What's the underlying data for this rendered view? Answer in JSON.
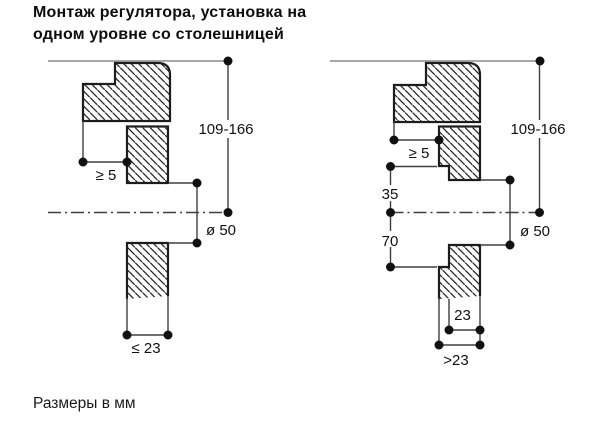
{
  "title": {
    "line1": "Монтаж регулятора, установка на",
    "line2": "одном уровне со столешницей"
  },
  "note": "Размеры в мм",
  "diagrams": {
    "left": {
      "labels": {
        "height_range": "109-166",
        "clearance": "≥ 5",
        "diameter": "ø 50",
        "panel_thickness": "≤ 23"
      }
    },
    "right": {
      "labels": {
        "height_range": "109-166",
        "clearance": "≥ 5",
        "upper_offset": "35",
        "lower_offset": "70",
        "diameter": "ø 50",
        "cutout_width": "23",
        "panel_thickness": ">23"
      }
    }
  },
  "colors": {
    "background": "#ffffff",
    "outline": "#1c1c1c",
    "dimension_line": "#3f3f3f",
    "reference_line": "#8a8a8a",
    "text": "#111111"
  }
}
